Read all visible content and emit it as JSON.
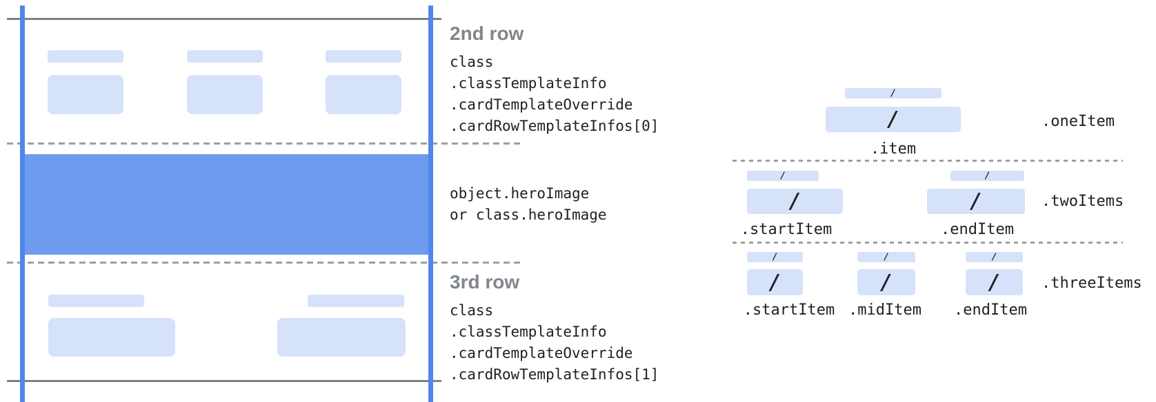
{
  "palette": {
    "guide_blue": "#5186ec",
    "hero_blue": "#6d9cee",
    "placeholder_blue": "#d5e2f9",
    "solid_line_gray": "#7d8084",
    "dash_gray": "#9e9e9e",
    "heading_gray": "#80868b",
    "code_text": "#202124"
  },
  "slash": "/",
  "left_card": {
    "row2": {
      "heading": "2nd row",
      "code_lines": [
        "class",
        ".classTemplateInfo",
        ".cardTemplateOverride",
        ".cardRowTemplateInfos[0]"
      ]
    },
    "hero": {
      "code_lines": [
        "object.heroImage",
        "or class.heroImage"
      ]
    },
    "row3": {
      "heading": "3rd row",
      "code_lines": [
        "class",
        ".classTemplateInfo",
        ".cardTemplateOverride",
        ".cardRowTemplateInfos[1]"
      ]
    }
  },
  "right_panel": {
    "sections": [
      {
        "row_label": ".oneItem",
        "items": [
          ".item"
        ]
      },
      {
        "row_label": ".twoItems",
        "items": [
          ".startItem",
          ".endItem"
        ]
      },
      {
        "row_label": ".threeItems",
        "items": [
          ".startItem",
          ".midItem",
          ".endItem"
        ]
      }
    ]
  }
}
